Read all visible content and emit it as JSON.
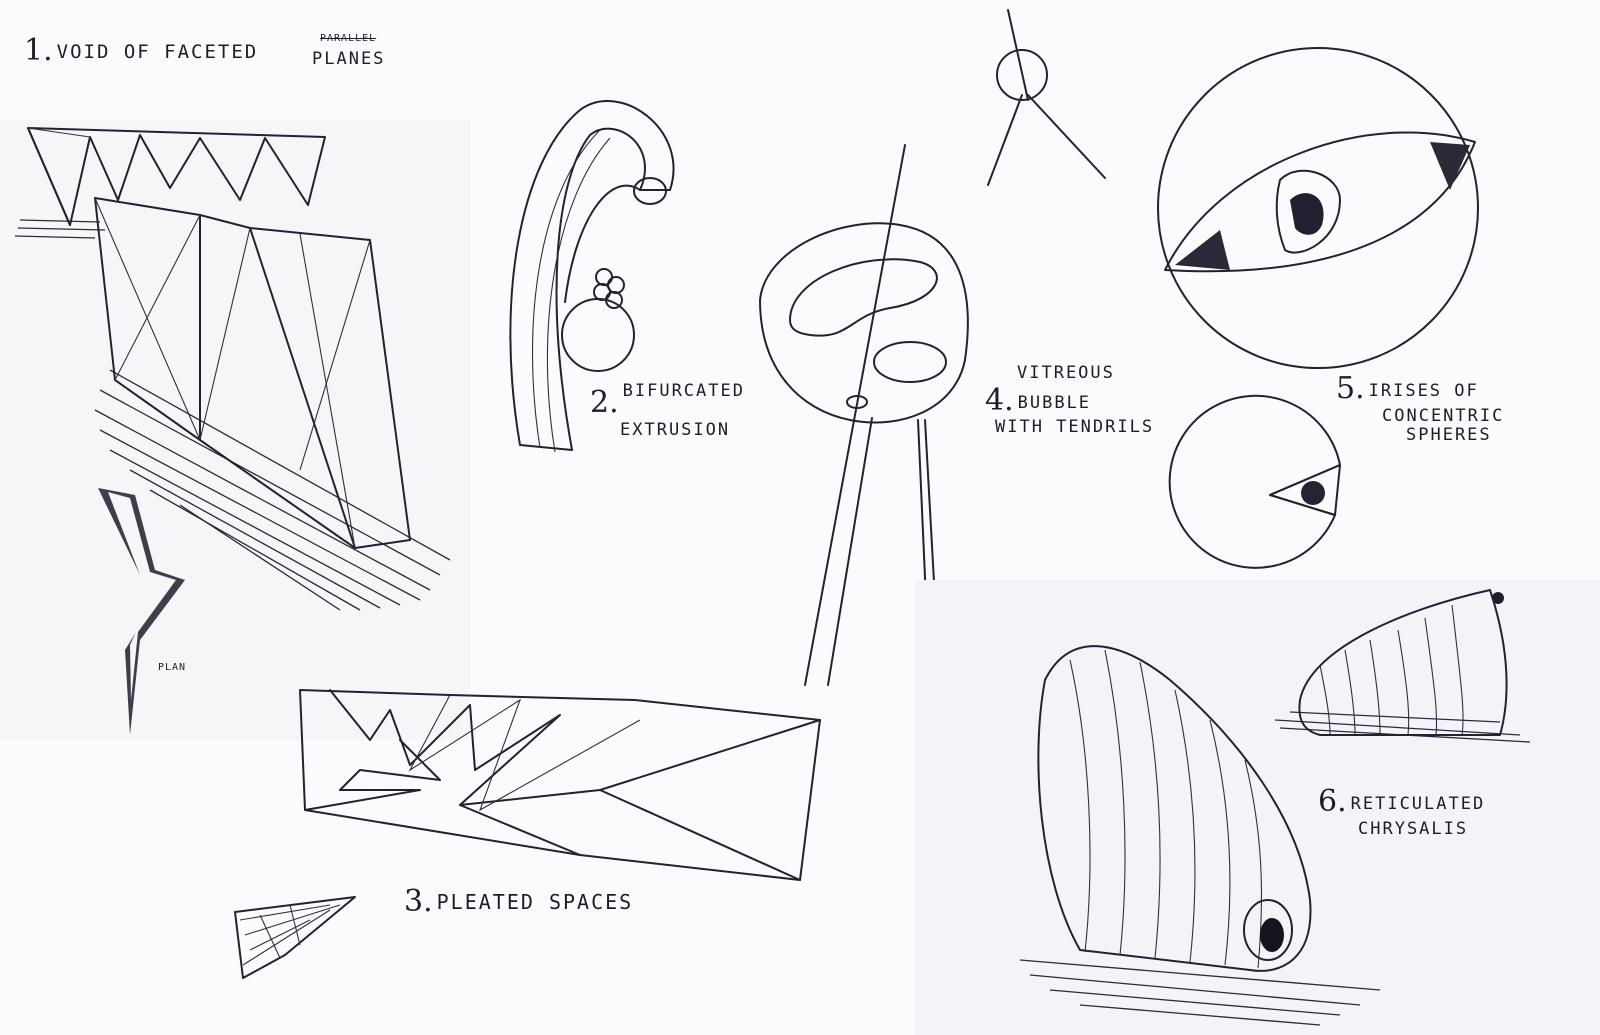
{
  "sketches": [
    {
      "number": "1.",
      "text": "VOID OF FACETED",
      "annotation_struck": "PARALLEL",
      "annotation": "PLANES",
      "note": "PLAN"
    },
    {
      "number": "2.",
      "line1": "BIFURCATED",
      "line2": "EXTRUSION"
    },
    {
      "number": "3.",
      "text": "PLEATED SPACES"
    },
    {
      "number": "4.",
      "line1": "VITREOUS",
      "line2": "BUBBLE",
      "line3": "WITH TENDRILS"
    },
    {
      "number": "5.",
      "line1": "IRISES OF",
      "line2": "CONCENTRIC",
      "line3": "SPHERES"
    },
    {
      "number": "6.",
      "line1": "RETICULATED",
      "line2": "CHRYSALIS"
    }
  ],
  "colors": {
    "ink": "#222230",
    "paper": "#fbfbfd",
    "shade": "#c9cad6"
  }
}
